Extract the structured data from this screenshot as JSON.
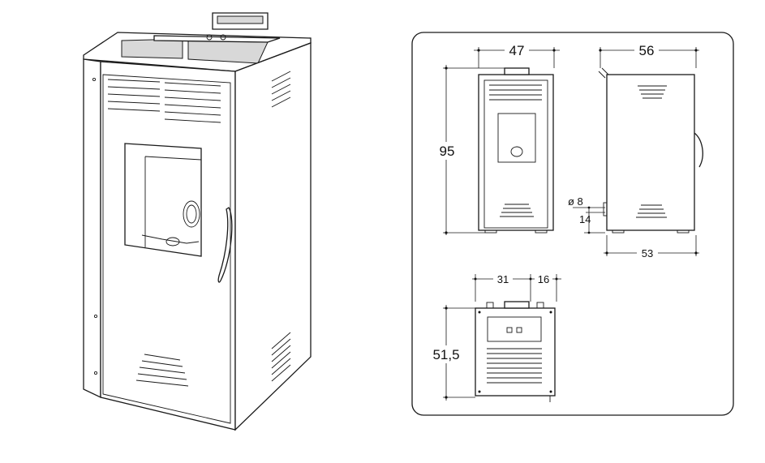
{
  "dimensions": {
    "front_width": "47",
    "side_depth": "56",
    "height": "95",
    "outlet_diameter": "ø 8",
    "outlet_height": "14",
    "side_base_depth": "53",
    "rear_offset_left": "31",
    "rear_offset_right": "16",
    "rear_height": "51,5"
  },
  "colors": {
    "line": "#1a1a1a",
    "panel_fill": "#d8d8d8",
    "background": "#ffffff"
  }
}
